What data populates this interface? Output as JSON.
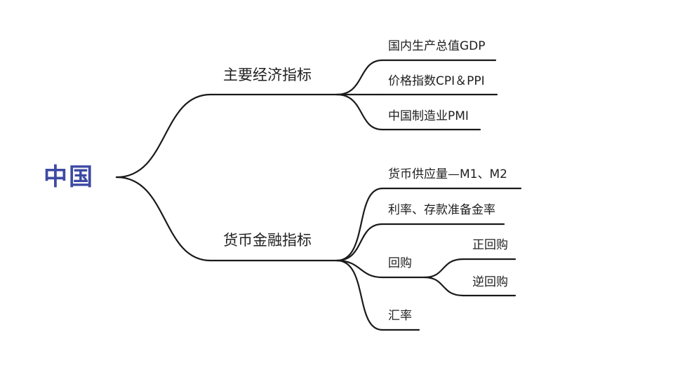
{
  "mindmap": {
    "root": "中国",
    "branches": [
      {
        "label": "主要经济指标",
        "children": [
          {
            "label": "国内生产总值GDP"
          },
          {
            "label": "价格指数CPI＆PPI"
          },
          {
            "label": "中国制造业PMI"
          }
        ]
      },
      {
        "label": "货币金融指标",
        "children": [
          {
            "label": "货币供应量—M1、M2"
          },
          {
            "label": "利率、存款准备金率"
          },
          {
            "label": "回购",
            "children": [
              {
                "label": "正回购"
              },
              {
                "label": "逆回购"
              }
            ]
          },
          {
            "label": "汇率"
          }
        ]
      }
    ],
    "colors": {
      "root_text": "#3d4aa3",
      "line": "#1a1a1a",
      "text": "#1f1f1f"
    }
  }
}
